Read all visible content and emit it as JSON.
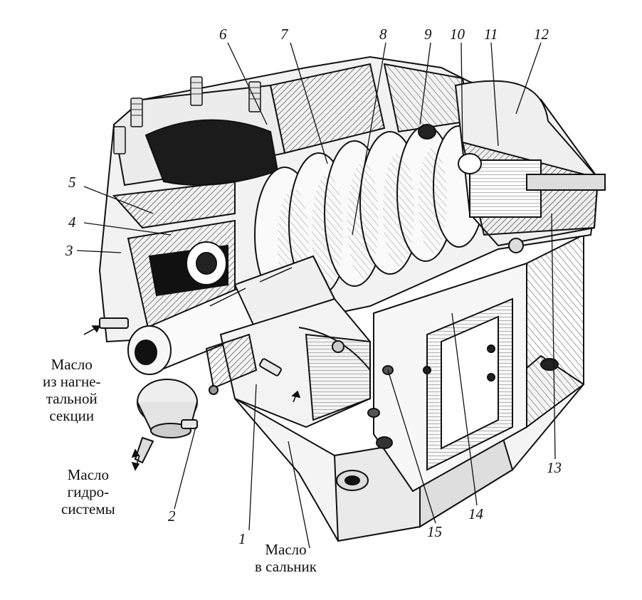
{
  "callouts": [
    "1",
    "2",
    "3",
    "4",
    "5",
    "6",
    "7",
    "8",
    "9",
    "10",
    "11",
    "12",
    "13",
    "14",
    "15"
  ],
  "annotations": {
    "oil_discharge": [
      "Масло",
      "из нагне-",
      "тальной",
      "секции"
    ],
    "oil_hydraulic": [
      "Масло",
      "гидро-",
      "системы"
    ],
    "oil_seal": [
      "Масло",
      "в сальник"
    ]
  },
  "colors": {
    "ink": "#111111",
    "paper": "#ffffff",
    "metal": "#f4f4f4",
    "section": "#222222"
  }
}
